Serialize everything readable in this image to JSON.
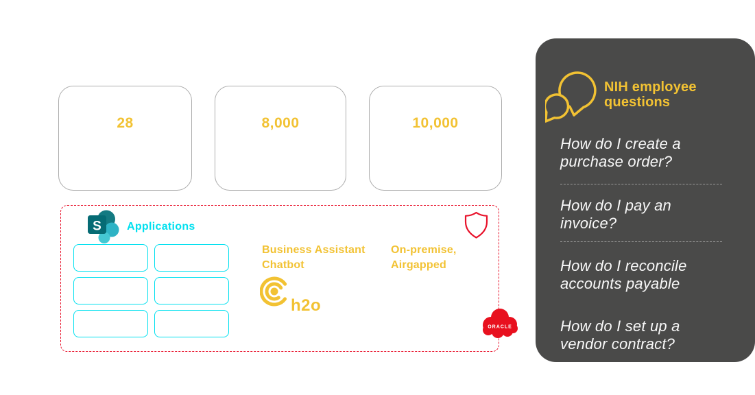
{
  "stats": {
    "items": [
      {
        "value": "28"
      },
      {
        "value": "8,000"
      },
      {
        "value": "10,000"
      }
    ]
  },
  "platform": {
    "applications_label": "Applications",
    "sharepoint_initial": "S",
    "app_slot_count": 6,
    "chatbot_label": "Business Assistant Chatbot",
    "deployment_label": "On-premise, Airgapped",
    "h2o_label": "h2o",
    "oracle_label": "ORACLE"
  },
  "qa_panel": {
    "title": "NIH employee questions",
    "questions": [
      "How do I create a purchase order?",
      "How do I pay an invoice?",
      "How do I reconcile accounts payable",
      "How do I set up a vendor contract?"
    ]
  },
  "icons": {
    "sharepoint": "sharepoint-icon",
    "shield": "shield-outline-icon",
    "chat": "chat-bubbles-icon",
    "h2o": "h2o-logo",
    "oracle": "oracle-cloud-logo"
  },
  "colors": {
    "accent_yellow": "#F2C233",
    "accent_cyan": "#00E0EF",
    "accent_red": "#E8112A",
    "panel_gray": "#4A4A49",
    "stat_border_gray": "#ACACAC",
    "question_text": "#F8F8F8",
    "separator_gray": "#9B9B9B",
    "sharepoint_teal": "#056B74",
    "oracle_red": "#E8101E"
  }
}
